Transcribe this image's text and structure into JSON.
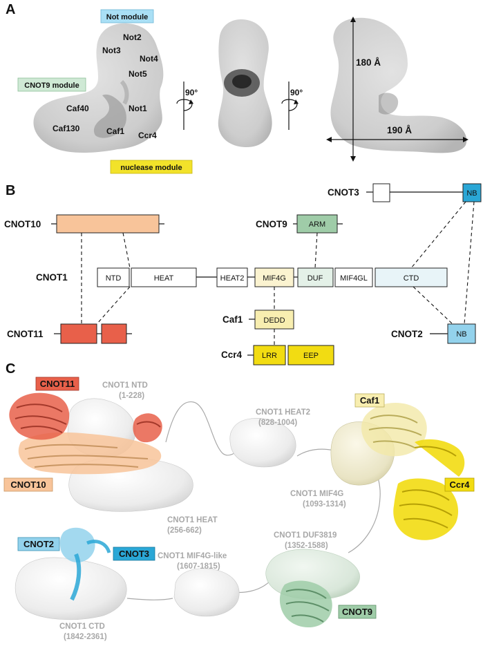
{
  "panels": {
    "a": "A",
    "b": "B",
    "c": "C"
  },
  "panel_a": {
    "module_labels": {
      "not_module": "Not module",
      "cnot9_module": "CNOT9 module",
      "nuclease_module": "nuclease module"
    },
    "subunits": {
      "not2": "Not2",
      "not3": "Not3",
      "not4": "Not4",
      "not5": "Not5",
      "not1": "Not1",
      "caf40": "Caf40",
      "caf130": "Caf130",
      "caf1": "Caf1",
      "ccr4": "Ccr4"
    },
    "rotation_1": "90°",
    "rotation_2": "90°",
    "height_label": "180 Å",
    "width_label": "190 Å"
  },
  "panel_b": {
    "proteins": {
      "cnot3": "CNOT3",
      "cnot10": "CNOT10",
      "cnot9": "CNOT9",
      "cnot1": "CNOT1",
      "cnot11": "CNOT11",
      "caf1": "Caf1",
      "ccr4": "Ccr4",
      "cnot2": "CNOT2"
    },
    "domains": {
      "ntd": "NTD",
      "heat": "HEAT",
      "heat2": "HEAT2",
      "mif4g": "MIF4G",
      "duf": "DUF",
      "mif4gl": "MIF4GL",
      "ctd": "CTD",
      "arm": "ARM",
      "dedd": "DEDD",
      "lrr": "LRR",
      "eep": "EEP",
      "cnot3_nb": "NB",
      "cnot2_nb": "NB"
    }
  },
  "panel_c": {
    "chips": {
      "cnot11": "CNOT11",
      "cnot10": "CNOT10",
      "caf1": "Caf1",
      "ccr4": "Ccr4",
      "cnot2": "CNOT2",
      "cnot3": "CNOT3",
      "cnot9": "CNOT9"
    },
    "regions": {
      "ntd_name": "CNOT1 NTD",
      "ntd_range": "(1-228)",
      "heat2_name": "CNOT1 HEAT2",
      "heat2_range": "(828-1004)",
      "heat_name": "CNOT1 HEAT",
      "heat_range": "(256-662)",
      "mif4g_name": "CNOT1 MIF4G",
      "mif4g_range": "(1093-1314)",
      "duf_name": "CNOT1 DUF3819",
      "duf_range": "(1352-1588)",
      "mif4gl_name": "CNOT1 MIF4G-like",
      "mif4gl_range": "(1607-1815)",
      "ctd_name": "CNOT1 CTD",
      "ctd_range": "(1842-2361)"
    }
  },
  "colors": {
    "cnot10": "#f8c49a",
    "cnot11": "#e8604a",
    "cnot9": "#9fcca8",
    "cnot3": "#2aa7d6",
    "cnot2": "#93d2ec",
    "caf1": "#f8eeb0",
    "ccr4": "#f2dc12",
    "mif4g": "#fbf3d0",
    "duf": "#e4f1e8",
    "ctd": "#e8f4f8",
    "not_module": "#a9dff5",
    "cnot9_module": "#cfe9d5",
    "nuclease_module": "#f2e22a"
  }
}
